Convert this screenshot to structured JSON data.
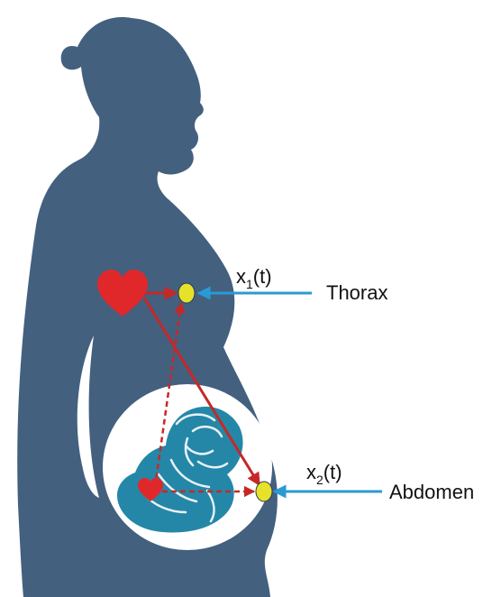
{
  "colors": {
    "silhouette": "#43607f",
    "womb": "#ffffff",
    "fetus": "#2487a8",
    "fetus_outline": "#e8f2f6",
    "heart": "#e0282b",
    "sensor": "#e6e22a",
    "arrow_red": "#c62828",
    "arrow_blue": "#2a9ad4",
    "text": "#111111"
  },
  "icons": {
    "maternal_heart": "heart-icon",
    "fetal_heart": "heart-icon",
    "sensor_thorax": "sensor-dot-icon",
    "sensor_abdomen": "sensor-dot-icon"
  },
  "labels": {
    "thorax": "Thorax",
    "abdomen": "Abdomen",
    "signal_thorax": {
      "base": "x",
      "sub": "1",
      "suffix": "(t)"
    },
    "signal_abdomen": {
      "base": "x",
      "sub": "2",
      "suffix": "(t)"
    }
  }
}
